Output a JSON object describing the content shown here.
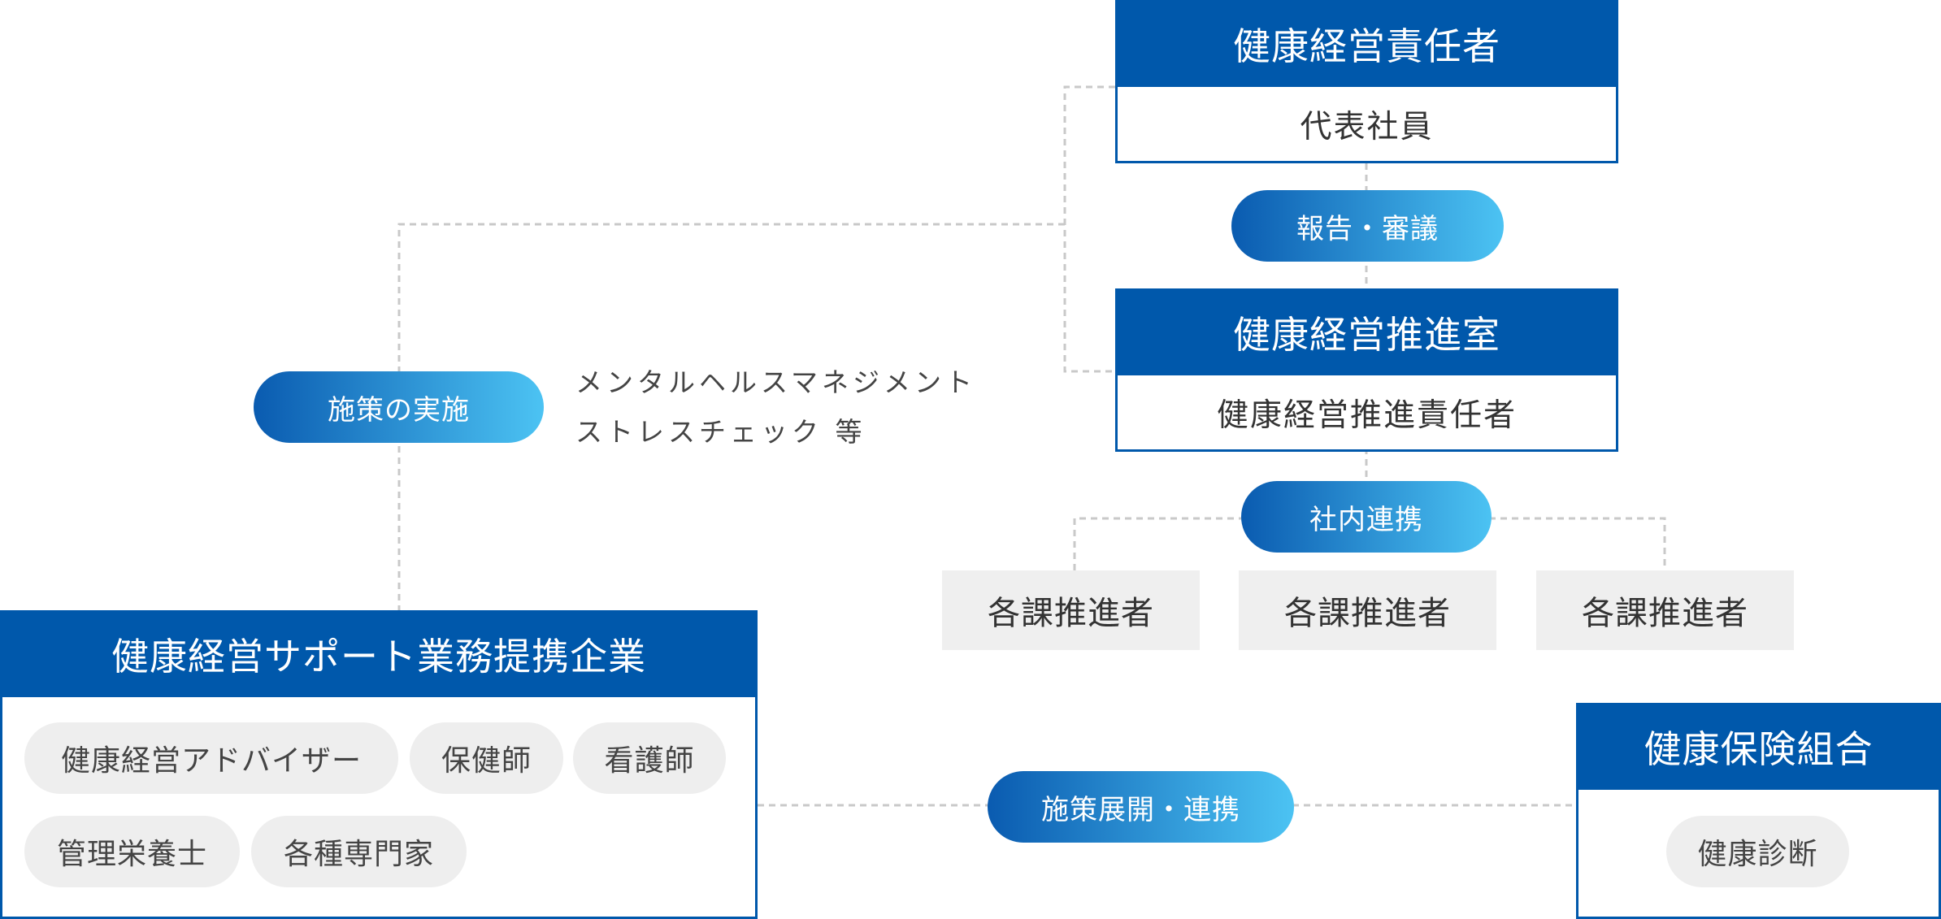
{
  "diagram": {
    "officer_box": {
      "title": "健康経営責任者",
      "body": "代表社員"
    },
    "report_pill": "報告・審議",
    "promotion_office_box": {
      "title": "健康経営推進室",
      "body": "健康経営推進責任者"
    },
    "internal_pill": "社内連携",
    "department_promoters": [
      "各課推進者",
      "各課推進者",
      "各課推進者"
    ],
    "implementation_pill": "施策の実施",
    "implementation_notes": [
      "メンタルヘルスマネジメント",
      "ストレスチェック 等"
    ],
    "partner_box": {
      "title": "健康経営サポート業務提携企業",
      "chips": [
        "健康経営アドバイザー",
        "保健師",
        "看護師",
        "管理栄養士",
        "各種専門家"
      ]
    },
    "deployment_pill": "施策展開・連携",
    "insurance_box": {
      "title": "健康保険組合",
      "chips": [
        "健康診断"
      ]
    }
  },
  "colors": {
    "header_blue": "#0058ab",
    "pill_gradient_start": "#0a5bb0",
    "pill_gradient_end": "#4cc3f3",
    "connector_line": "#c9c9c9",
    "promoter_box_bg": "#efefef",
    "chip_bg": "#eeeeee"
  }
}
